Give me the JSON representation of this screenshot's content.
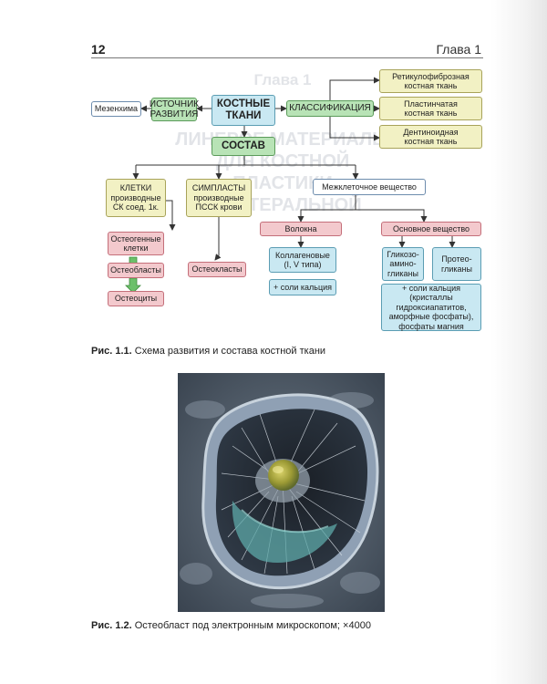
{
  "header": {
    "page_number": "12",
    "chapter": "Глава 1"
  },
  "ghost_text": {
    "line1": "Глава 1",
    "line2": "ЛИНЕРОЕ МАТЕРИАЛЫ",
    "line3": "ДЛЯ КОСТНОЙ",
    "line4": "ПЛАСТИКИ",
    "line5": "И ЭНТЕРАЛЬНОЙ"
  },
  "diagram": {
    "mesenchyme": "Мезенхима",
    "source": "ИСТОЧНИК\nРАЗВИТИЯ",
    "bone_tissue": "КОСТНЫЕ\nТКАНИ",
    "classification": "КЛАССИФИКАЦИЯ",
    "reticulofibrous": "Ретикулофиброзная\nкостная ткань",
    "lamellar": "Пластинчатая\nкостная ткань",
    "dentinoid": "Дентиноидная\nкостная ткань",
    "composition": "СОСТАВ",
    "cells": "КЛЕТКИ\nпроизводные\nСК соед. 1к.",
    "symplasts": "СИМПЛАСТЫ\nпроизводные\nПССК крови",
    "intercellular": "Межклеточное вещество",
    "osteogenic": "Остеогенные\nклетки",
    "osteoblasts": "Остеобласты",
    "osteocytes": "Остеоциты",
    "osteoclasts": "Остеокласты",
    "fibers": "Волокна",
    "ground_substance": "Основное вещество",
    "collagen": "Коллагеновые\n(I, V типа)",
    "calcium_salts_fibers": "+ соли кальция",
    "glycosaminoglycans": "Гликозо-\nамино-\nгликаны",
    "proteoglycans": "Протео-\nгликаны",
    "calcium_salts_ground": "+ соли кальция\n(кристаллы\nгидроксиапатитов,\nаморфные фосфаты),\nфосфаты магния"
  },
  "captions": {
    "fig1_label": "Рис. 1.1.",
    "fig1_text": " Схема развития и состава костной ткани",
    "fig2_label": "Рис. 1.2.",
    "fig2_text": " Остеобласт под электронным микроскопом; ×4000"
  },
  "colors": {
    "node_blue": "#c9e8f2",
    "node_green": "#b8e3b6",
    "node_yellow": "#f2f1c4",
    "node_pink": "#f3c9cd",
    "connector": "#333333"
  },
  "figure2": {
    "description_icon": "electron-micrograph-image"
  }
}
